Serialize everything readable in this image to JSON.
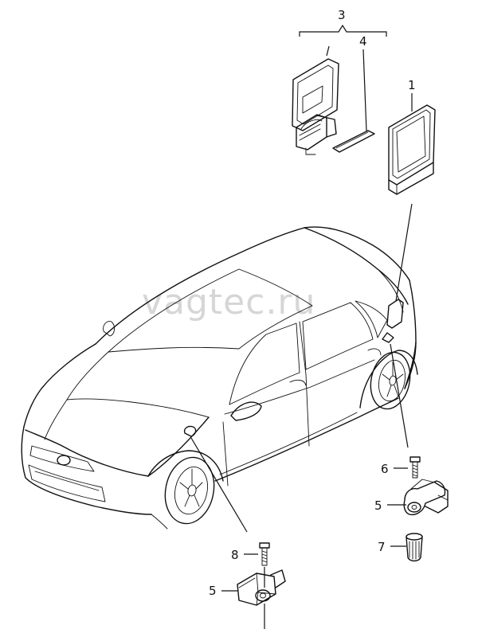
{
  "watermark": "vagtec.ru",
  "callouts": {
    "c1": "1",
    "c3": "3",
    "c4": "4",
    "c5a": "5",
    "c5b": "5",
    "c6": "6",
    "c7": "7",
    "c8": "8"
  }
}
